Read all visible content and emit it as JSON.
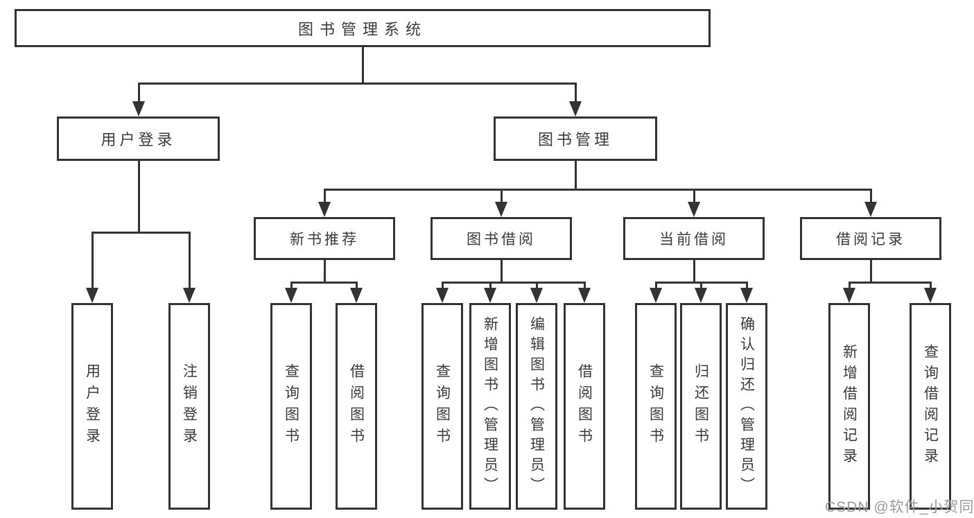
{
  "diagram": {
    "title": "图书管理系统",
    "type": "hierarchy-tree",
    "nodes": {
      "root": "图书管理系统",
      "level2": [
        "用户登录",
        "图书管理"
      ],
      "level3": [
        "新书推荐",
        "图书借阅",
        "当前借阅",
        "借阅记录"
      ],
      "leaves_login": [
        "用户登录",
        "注销登录"
      ],
      "leaves_recommend": [
        "查询图书",
        "借阅图书"
      ],
      "leaves_borrow": [
        "查询图书",
        "新增图书（管理员）",
        "编辑图书（管理员）",
        "借阅图书"
      ],
      "leaves_current": [
        "查询图书",
        "归还图书",
        "确认归还（管理员）"
      ],
      "leaves_records": [
        "新增借阅记录",
        "查询借阅记录"
      ]
    },
    "colors": {
      "line": "#333333",
      "text": "#3a3a3a",
      "background": "#ffffff",
      "watermark": "#9b9b9b"
    }
  },
  "watermark": "CSDN @软件_小贺同学"
}
